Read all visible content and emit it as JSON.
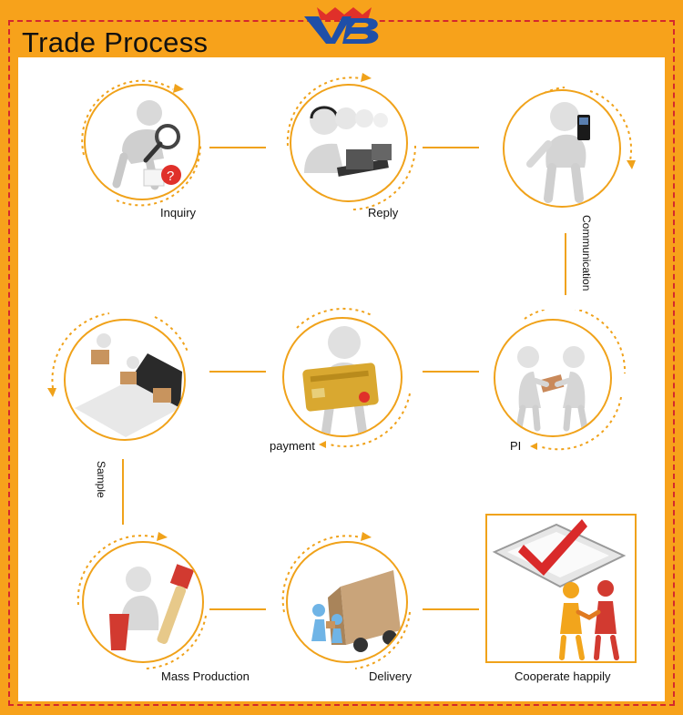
{
  "header": {
    "title": "Trade Process",
    "logo_text": "VB",
    "logo_icon": "crown-icon",
    "colors": {
      "background": "#f7a21b",
      "frame_dash": "#d4282d",
      "accent": "#f0a21a"
    }
  },
  "steps": {
    "inquiry": {
      "label": "Inquiry",
      "icon": "magnifier-person-icon"
    },
    "reply": {
      "label": "Reply",
      "icon": "call-center-icon"
    },
    "communication": {
      "label": "Communication",
      "icon": "phone-person-icon"
    },
    "pi": {
      "label": "PI",
      "icon": "handshake-document-icon"
    },
    "payment": {
      "label": "payment",
      "icon": "credit-card-person-icon"
    },
    "sample": {
      "label": "Sample",
      "icon": "laptop-boxes-icon"
    },
    "mass_production": {
      "label": "Mass Production",
      "icon": "paint-brush-person-icon"
    },
    "delivery": {
      "label": "Delivery",
      "icon": "truck-icon"
    },
    "cooperate": {
      "label": "Cooperate happily",
      "icon": "checkmark-handshake-icon"
    }
  }
}
